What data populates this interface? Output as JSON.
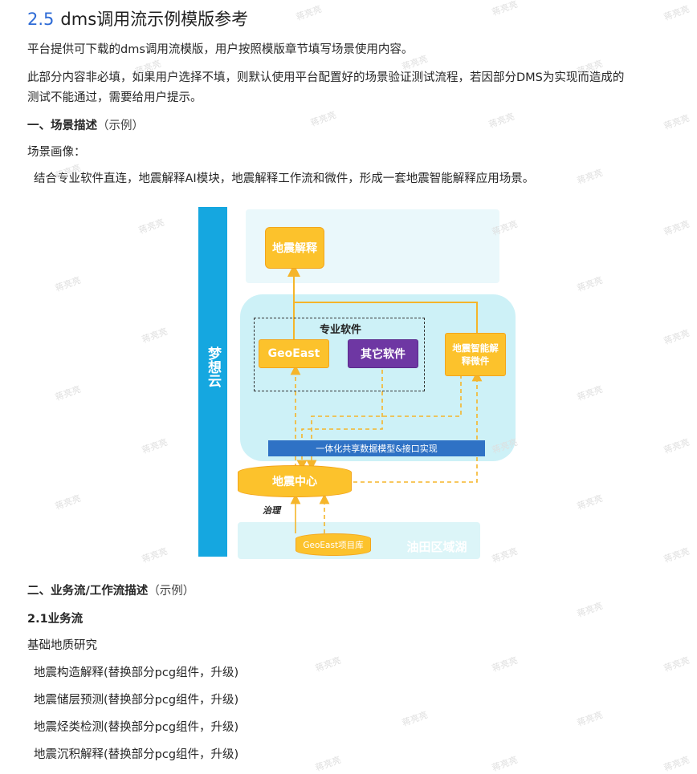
{
  "section": {
    "number": "2.5",
    "title": "dms调用流示例模版参考"
  },
  "intro": [
    "平台提供可下载的dms调用流模版，用户按照模版章节填写场景使用内容。",
    "此部分内容非必填，如果用户选择不填，则默认使用平台配置好的场景验证测试流程，若因部分DMS为实现而造成的",
    "测试不能通过，需要给用户提示。"
  ],
  "scene": {
    "heading": "一、场景描述",
    "heading_note": "（示例）",
    "portrait_label": "场景画像：",
    "portrait_text": "结合专业软件直连，地震解释AI模块，地震解释工作流和微件，形成一套地震智能解释应用场景。"
  },
  "diagram": {
    "cloud_label": "梦想云",
    "top_box": "地震解释",
    "group_label": "专业软件",
    "geoeast": "GeoEast",
    "other_software": "其它软件",
    "widget": "地震智能解释微件",
    "data_bar": "一体化共享数据模型&接口实现",
    "center": "地震中心",
    "governance": "治理",
    "project_db": "GeoEast项目库",
    "region": "油田区域湖",
    "colors": {
      "cloud": "#15a7e0",
      "accent_yellow": "#fcc22c",
      "accent_purple": "#6e37a3",
      "bar_blue": "#2f72c5",
      "zone_cyan": "#cdf1f7"
    }
  },
  "workflow": {
    "heading": "二、业务流/工作流描述",
    "heading_note": "（示例）",
    "sub_heading": "2.1业务流",
    "category": "基础地质研究",
    "items": [
      "地震构造解释(替换部分pcg组件，升级)",
      "地震储层预测(替换部分pcg组件，升级)",
      "地震烃类检测(替换部分pcg组件，升级)",
      "地震沉积解释(替换部分pcg组件，升级)"
    ]
  },
  "watermark": "蒋亮亮"
}
